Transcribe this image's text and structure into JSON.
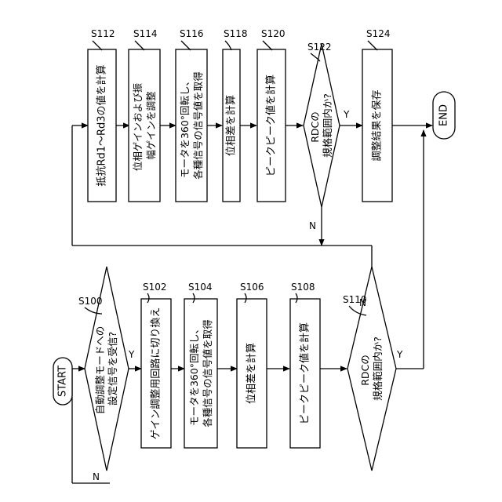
{
  "flowchart": {
    "start": "START",
    "end": "END",
    "steps": [
      {
        "id": "S100",
        "text": "自動調整モードへの設定信号を受信?"
      },
      {
        "id": "S102",
        "text": "ゲイン調整用回路に切り換え"
      },
      {
        "id": "S104",
        "text": "モータを360°回転し、各種信号の信号値を取得"
      },
      {
        "id": "S106",
        "text": "位相差を計算"
      },
      {
        "id": "S108",
        "text": "ピークピーク値を計算"
      },
      {
        "id": "S110",
        "text": "RDCの規格範囲内か?"
      },
      {
        "id": "S112",
        "text": "抵抗Rd1～Rd3の値を計算"
      },
      {
        "id": "S114",
        "text": "位相ゲインおよび振幅ゲインを調整"
      },
      {
        "id": "S116",
        "text": "モータを360°回転し、各種信号の信号値を取得"
      },
      {
        "id": "S118",
        "text": "位相差を計算"
      },
      {
        "id": "S120",
        "text": "ピークピーク値を計算"
      },
      {
        "id": "S122",
        "text": "RDCの規格範囲内か?"
      },
      {
        "id": "S124",
        "text": "調整結果を保存"
      }
    ],
    "labels": {
      "yes": "Y",
      "no": "N"
    }
  }
}
